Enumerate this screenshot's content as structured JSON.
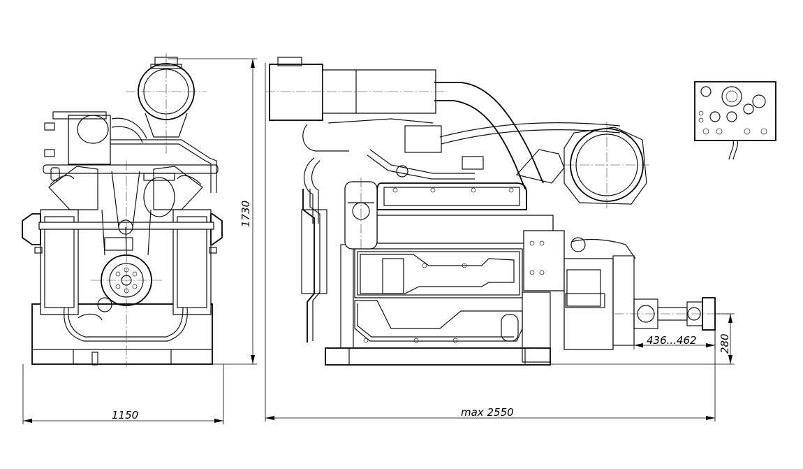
{
  "dimensions": {
    "width": "1150",
    "height": "1730",
    "length": "max 2550",
    "flange_height": "280",
    "shaft_range": "436...462"
  }
}
